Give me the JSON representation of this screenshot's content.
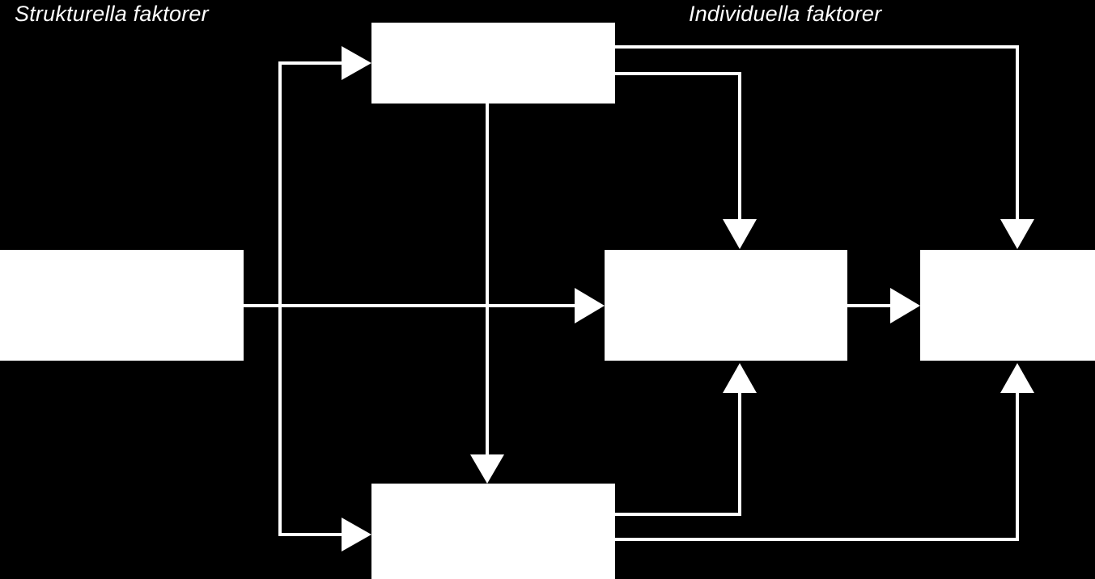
{
  "headings": {
    "structural": "Strukturella faktorer",
    "individual": "Individuella faktorer"
  },
  "colors": {
    "background": "#000000",
    "foreground": "#ffffff"
  },
  "boxes": [
    {
      "id": "left-box",
      "label": ""
    },
    {
      "id": "top-center-box",
      "label": ""
    },
    {
      "id": "bottom-center-box",
      "label": ""
    },
    {
      "id": "middle-right-box",
      "label": ""
    },
    {
      "id": "far-right-box",
      "label": ""
    }
  ],
  "connections": [
    {
      "from": "left-box",
      "to": "top-center-box"
    },
    {
      "from": "left-box",
      "to": "bottom-center-box"
    },
    {
      "from": "left-box",
      "to": "middle-right-box"
    },
    {
      "from": "top-center-box",
      "to": "bottom-center-box"
    },
    {
      "from": "top-center-box",
      "to": "middle-right-box"
    },
    {
      "from": "top-center-box",
      "to": "far-right-box"
    },
    {
      "from": "bottom-center-box",
      "to": "middle-right-box"
    },
    {
      "from": "bottom-center-box",
      "to": "far-right-box"
    },
    {
      "from": "middle-right-box",
      "to": "far-right-box"
    }
  ]
}
